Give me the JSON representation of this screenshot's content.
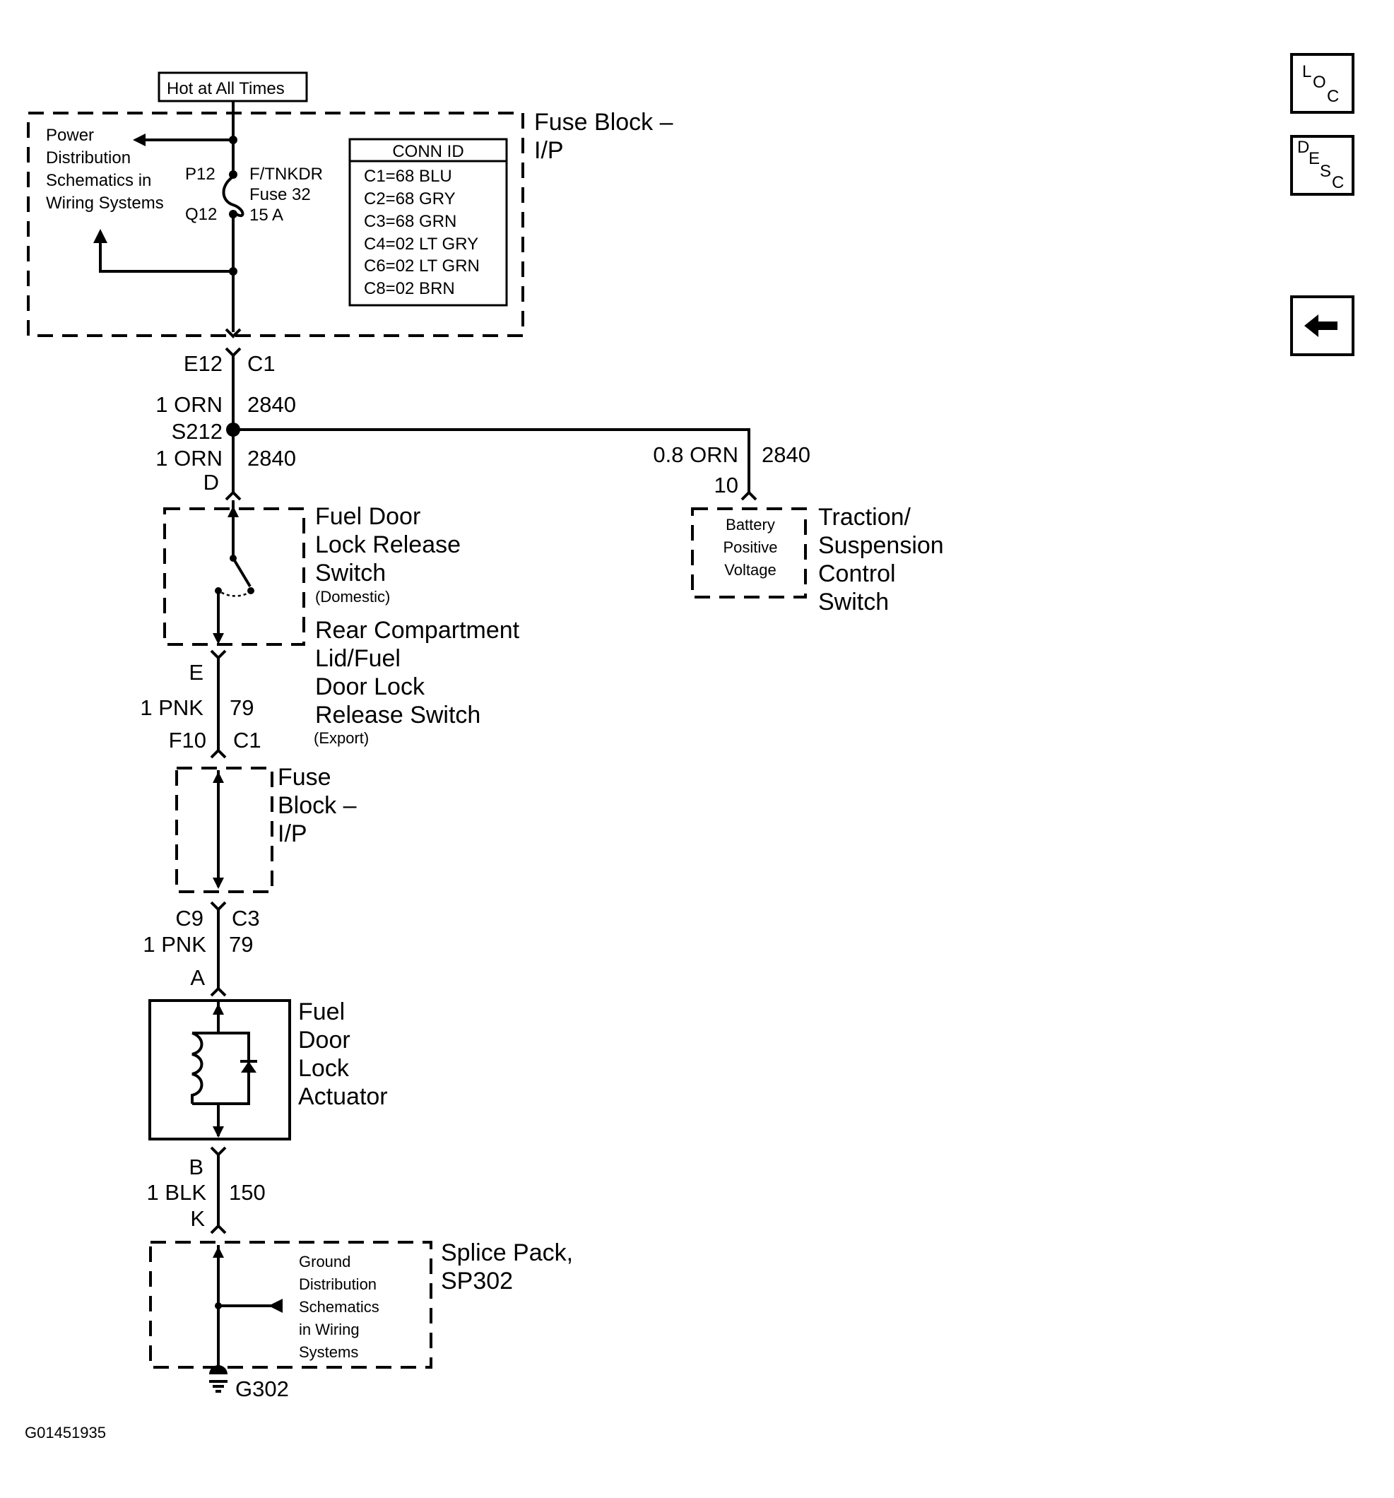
{
  "header": {
    "hot_label": "Hot at All Times"
  },
  "fuse_block_top": {
    "name": "Fuse Block –\nI/P",
    "power_note": "Power\nDistribution\nSchematics in\nWiring Systems",
    "pin_in": "P12",
    "pin_out": "Q12",
    "fuse_label": "F/TNKDR\nFuse 32\n15 A",
    "conn_table": {
      "header": "CONN ID",
      "rows": [
        "C1=68 BLU",
        "C2=68 GRY",
        "C3=68 GRN",
        "C4=02 LT GRY",
        "C6=02 LT GRN",
        "C8=02 BRN"
      ]
    }
  },
  "wire_segment_1": {
    "terminal": "E12",
    "connector": "C1",
    "wire_upper": "1 ORN",
    "circuit_upper": "2840",
    "splice": "S212",
    "wire_lower": "1 ORN",
    "circuit_lower": "2840",
    "terminal_lower": "D"
  },
  "branch": {
    "wire": "0.8 ORN",
    "circuit": "2840",
    "terminal": "10"
  },
  "traction_switch": {
    "name": "Traction/\nSuspension\nControl\nSwitch",
    "inner_label": "Battery\nPositive\nVoltage"
  },
  "release_switch": {
    "name": "Fuel Door\nLock Release\nSwitch",
    "domestic": "(Domestic)",
    "alt_name": "Rear Compartment\nLid/Fuel\nDoor Lock\nRelease Switch",
    "export": "(Export)"
  },
  "wire_segment_2": {
    "terminal_top": "E",
    "wire": "1 PNK",
    "circuit": "79",
    "terminal_bottom": "F10",
    "connector": "C1"
  },
  "fuse_block_mid": {
    "name": "Fuse\nBlock –\nI/P"
  },
  "wire_segment_3": {
    "terminal_top": "C9",
    "connector": "C3",
    "wire": "1 PNK",
    "circuit": "79",
    "terminal_bottom": "A"
  },
  "actuator": {
    "name": "Fuel\nDoor\nLock\nActuator"
  },
  "wire_segment_4": {
    "terminal_top": "B",
    "wire": "1 BLK",
    "circuit": "150",
    "terminal_bottom": "K"
  },
  "splice_pack": {
    "name": "Splice Pack,\nSP302",
    "note": "Ground\nDistribution\nSchematics\nin Wiring\nSystems",
    "ground": "G302"
  },
  "nav": {
    "loc_main": "L",
    "loc_sub1": "O",
    "loc_sub2": "C",
    "desc_1": "D",
    "desc_2": "E",
    "desc_3": "S",
    "desc_4": "C",
    "back_icon": "arrow-left-icon"
  },
  "figure_id": "G01451935"
}
